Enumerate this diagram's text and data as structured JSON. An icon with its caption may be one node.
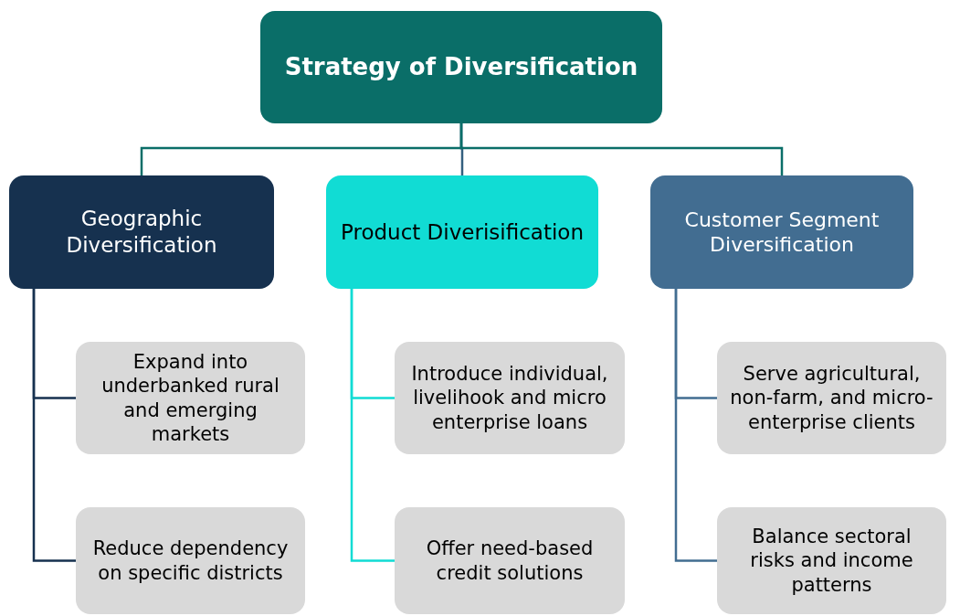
{
  "diagram": {
    "nodes": [
      {
        "text": [
          "Strategy of Diversification"
        ]
      },
      {
        "text": [
          "Geographic Diversification"
        ]
      },
      {
        "text": [
          "Product Diverisification"
        ]
      },
      {
        "text": [
          "Customer Segment Diversification"
        ]
      },
      {
        "text": [
          "Expand into underbanked rural and emerging markets"
        ]
      },
      {
        "text": [
          "Reduce dependency on specific districts"
        ]
      },
      {
        "text": [
          "Introduce individual, livelihook and micro enterprise loans"
        ]
      },
      {
        "text": [
          "Offer need-based credit solutions"
        ]
      },
      {
        "text": [
          "Serve agricultural, non-farm, and micro-enterprise clients"
        ]
      },
      {
        "text": [
          "Balance sectoral risks and income patterns"
        ]
      }
    ],
    "edges": [
      {
        "from": 0,
        "to": 1,
        "arrow": "none",
        "color": "#0a6e68"
      },
      {
        "from": 0,
        "to": 2,
        "arrow": "none",
        "color": "#34607f"
      },
      {
        "from": 0,
        "to": 3,
        "arrow": "none",
        "color": "#0a6e68"
      },
      {
        "from": 1,
        "to": 4,
        "arrow": "none",
        "color": "#16314f"
      },
      {
        "from": 1,
        "to": 5,
        "arrow": "none",
        "color": "#16314f"
      },
      {
        "from": 2,
        "to": 6,
        "arrow": "none",
        "color": "#11dcd4"
      },
      {
        "from": 2,
        "to": 7,
        "arrow": "none",
        "color": "#11dcd4"
      },
      {
        "from": 3,
        "to": 8,
        "arrow": "none",
        "color": "#426d91"
      },
      {
        "from": 3,
        "to": 9,
        "arrow": "none",
        "color": "#426d91"
      }
    ]
  }
}
